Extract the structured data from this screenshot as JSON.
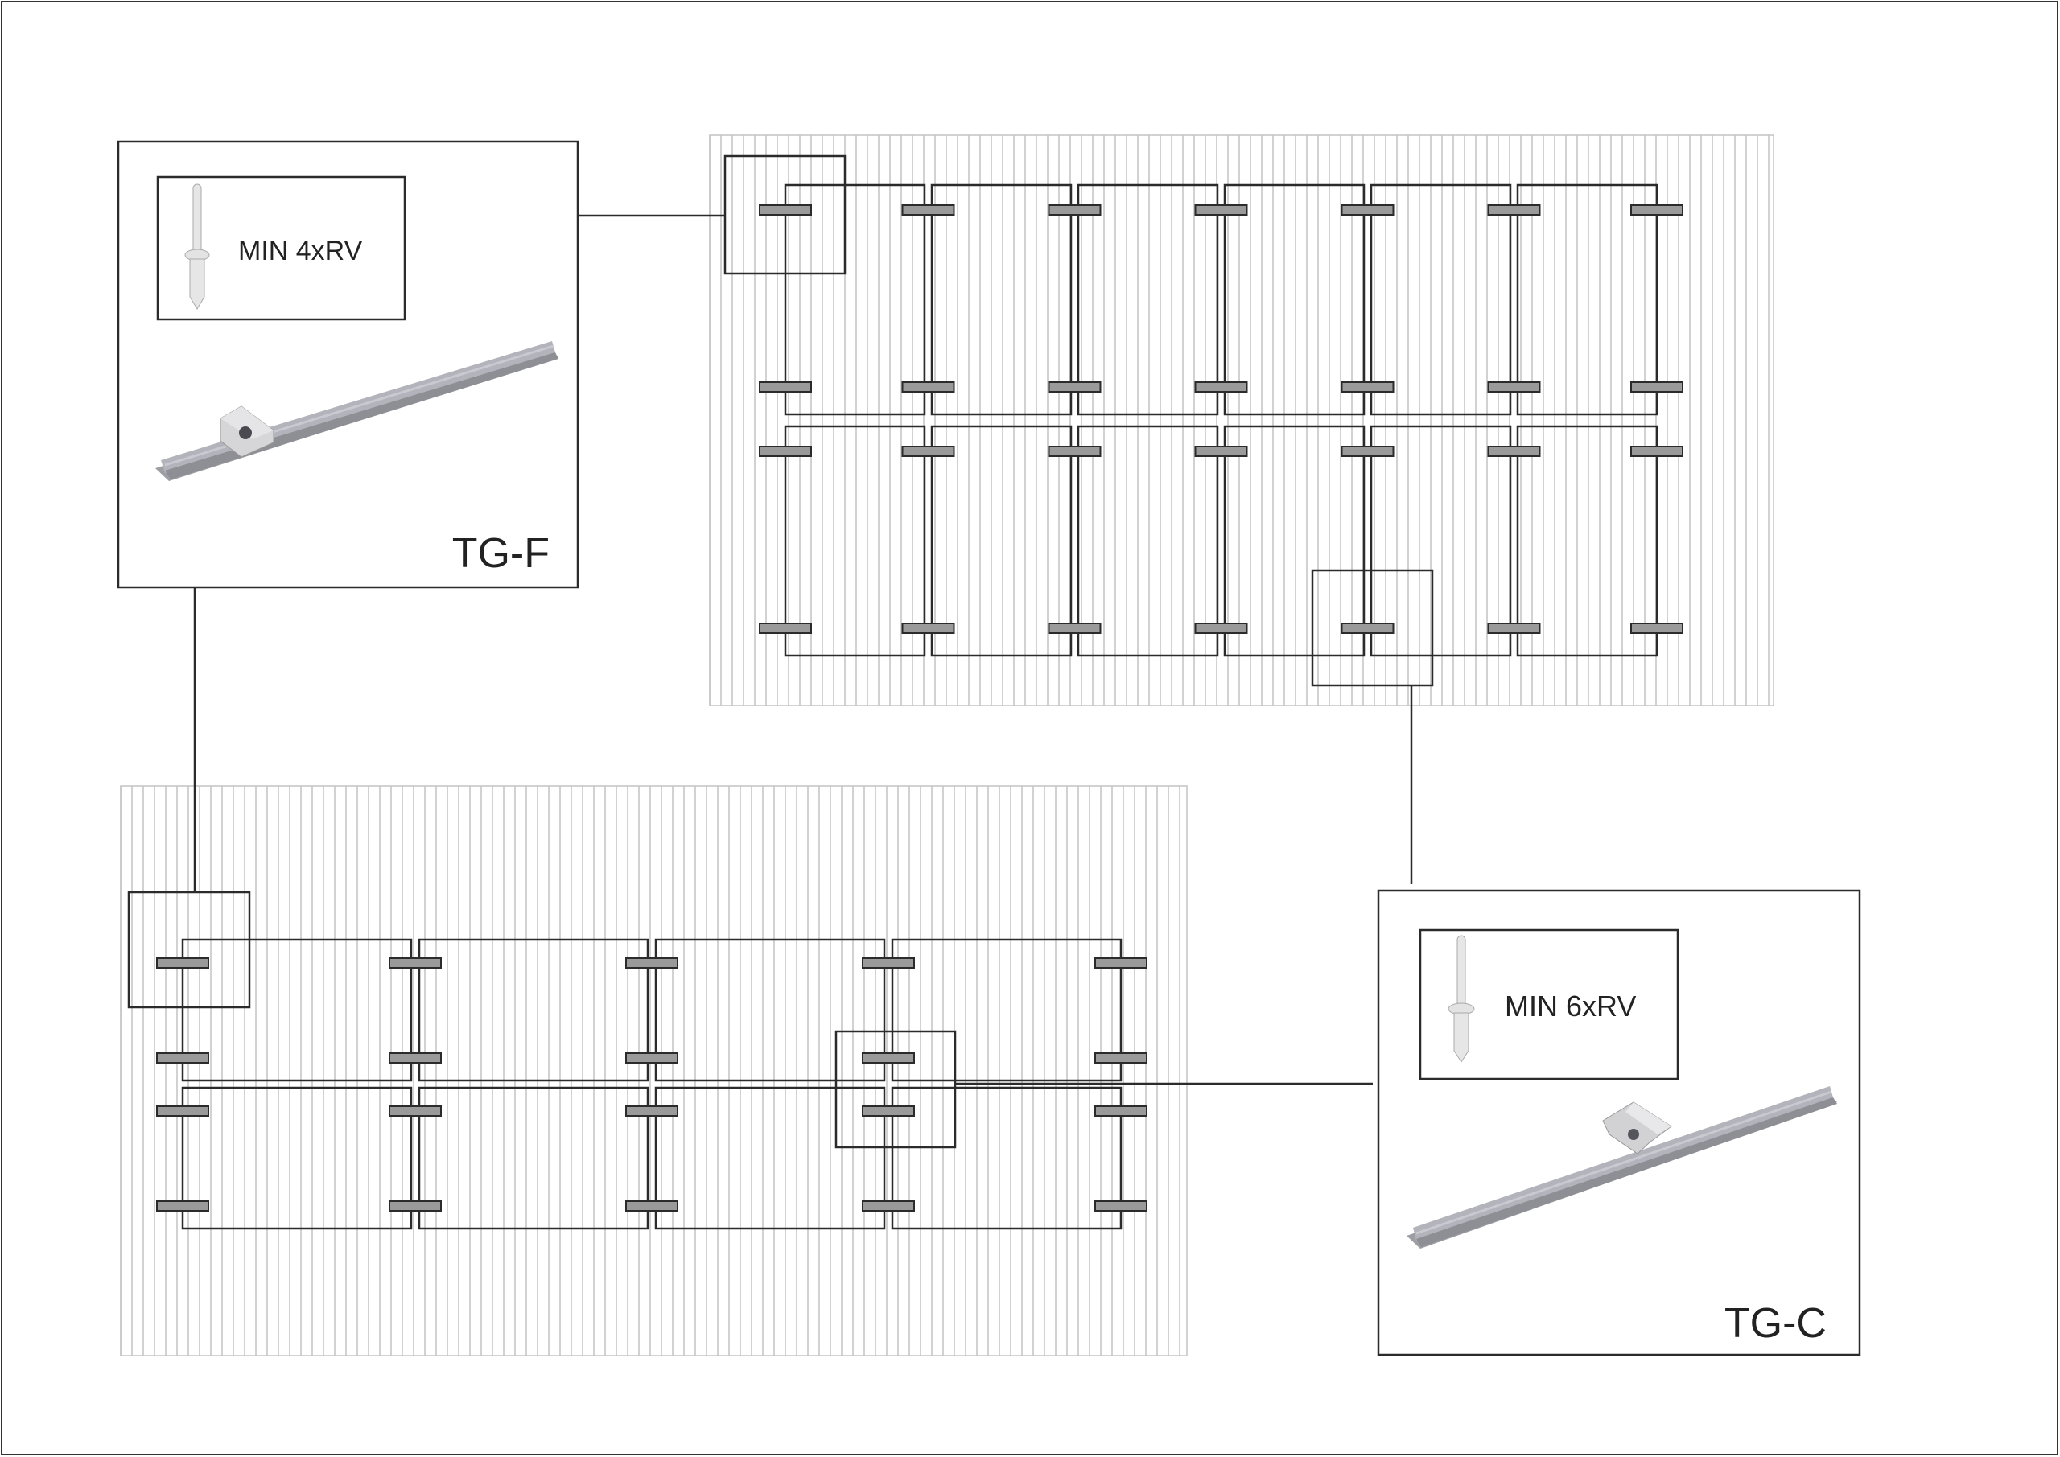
{
  "details": {
    "tg_f": {
      "rivet_label": "MIN 4xRV",
      "name": "TG-F"
    },
    "tg_c": {
      "rivet_label": "MIN 6xRV",
      "name": "TG-C"
    }
  },
  "arrays": {
    "top_right": {
      "columns": 6,
      "rows": 2,
      "orientation": "portrait"
    },
    "bottom_left": {
      "columns": 4,
      "rows": 2,
      "orientation": "landscape"
    }
  },
  "colors": {
    "line": "#2b2b2b",
    "stripe": "#c4c4c4",
    "clamp": "#9a9a9a",
    "rail": "#a9a9b0",
    "rail_light": "#bfbfc7"
  }
}
